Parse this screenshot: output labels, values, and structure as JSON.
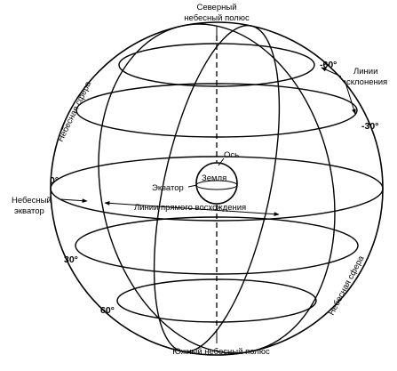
{
  "labels": {
    "north_pole_line1": "Северный",
    "north_pole_line2": "небесный полюс",
    "south_pole": "Южный небесный полюс",
    "declination_line1": "Линии",
    "declination_line2": "склонения",
    "celestial_sphere_left": "Небесная сфера",
    "celestial_sphere_right": "Небесная сфера",
    "axis": "Ось",
    "earth": "Земля",
    "equator": "Экватор",
    "celestial_equator_line1": "Небесный",
    "celestial_equator_line2": "экватор",
    "right_ascension": "Линии прямого восхождения"
  },
  "declinations": {
    "minus60": "-60°",
    "minus30": "-30°",
    "zero": "0°",
    "plus30": "30°",
    "plus60": "60°"
  },
  "colors": {
    "line": "#000000",
    "background": "#ffffff"
  }
}
